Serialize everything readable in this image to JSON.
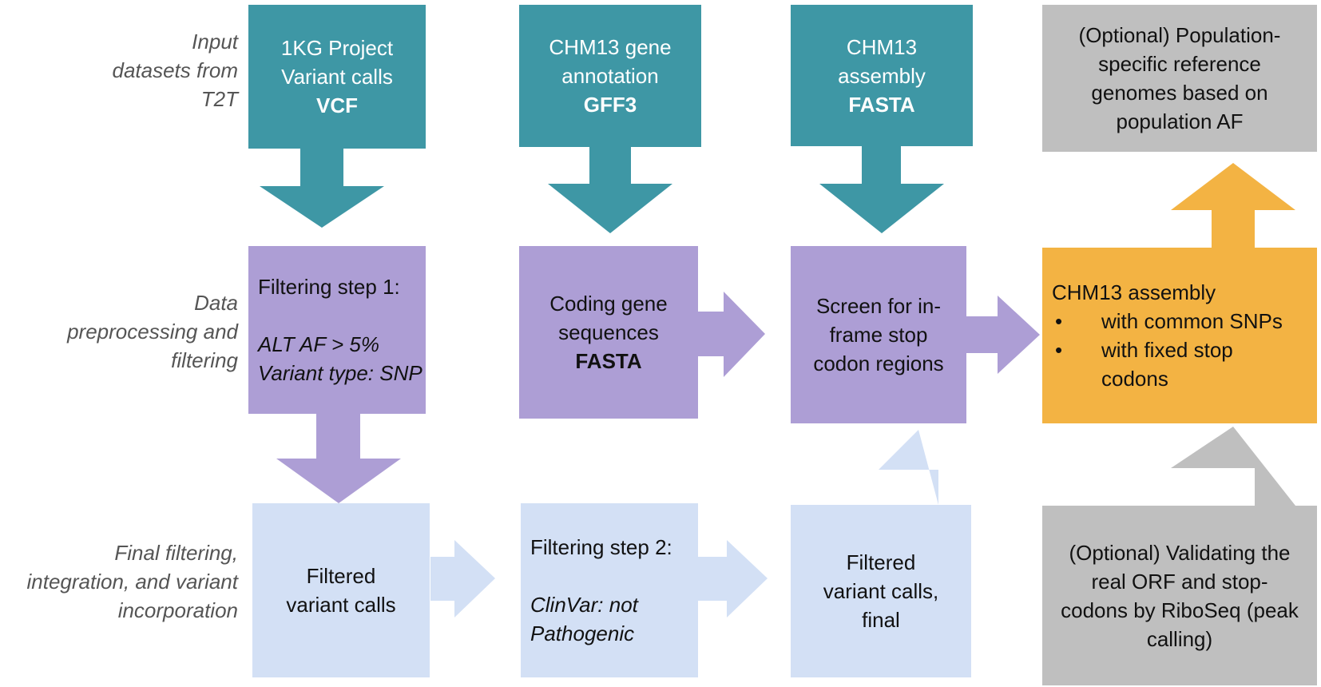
{
  "rows": [
    {
      "label": [
        "Input",
        "datasets from",
        "T2T"
      ]
    },
    {
      "label": [
        "Data",
        "preprocessing and",
        "filtering"
      ]
    },
    {
      "label": [
        "Final filtering,",
        "integration, and variant",
        "incorporation"
      ]
    }
  ],
  "inputs": {
    "vcf": {
      "line1": "1KG Project",
      "line2": "Variant calls",
      "format": "VCF"
    },
    "gff3": {
      "line1": "CHM13 gene",
      "line2": "annotation",
      "format": "GFF3"
    },
    "fasta": {
      "line1": "CHM13",
      "line2": "assembly",
      "format": "FASTA"
    },
    "optional_population": {
      "lines": [
        "(Optional) Population-",
        "specific reference",
        "genomes based on",
        "population AF"
      ]
    }
  },
  "processing": {
    "filter1": {
      "title": "Filtering step 1:",
      "criteria": [
        "ALT AF > 5%",
        "Variant type: SNP"
      ]
    },
    "coding": {
      "line1": "Coding gene",
      "line2": "sequences",
      "format": "FASTA"
    },
    "screen": {
      "lines": [
        "Screen for in-",
        "frame stop",
        "codon regions"
      ]
    },
    "output": {
      "title": "CHM13 assembly",
      "bullets": [
        [
          "with common SNPs"
        ],
        [
          "with fixed stop",
          "codons"
        ]
      ]
    }
  },
  "final": {
    "filtered": {
      "lines": [
        "Filtered",
        "variant calls"
      ]
    },
    "filter2": {
      "title": "Filtering step 2:",
      "criteria": [
        "ClinVar: not",
        "Pathogenic"
      ]
    },
    "filtered_final": {
      "lines": [
        "Filtered",
        "variant calls,",
        "final"
      ]
    },
    "riboseq": {
      "lines": [
        "(Optional) Validating the",
        "real ORF and stop-",
        "codons by RiboSeq (peak",
        "calling)"
      ]
    }
  },
  "colors": {
    "teal": "#3E97A5",
    "purple": "#AD9ED5",
    "light_blue": "#D3E0F5",
    "gray": "#BFBFBF",
    "orange": "#F3B343",
    "label_text": "#555555"
  }
}
